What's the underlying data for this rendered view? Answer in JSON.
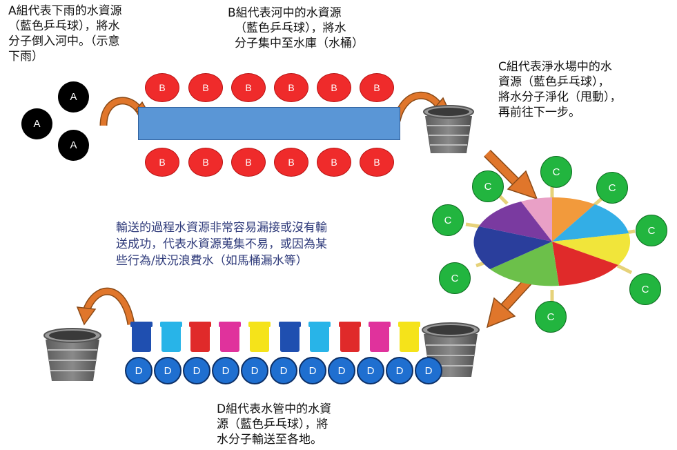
{
  "labels": {
    "group_a": [
      "A組代表下雨的水資源",
      "（藍色乒乓球），將水",
      "分子倒入河中。（示意",
      "下雨）"
    ],
    "group_b": [
      "B組代表河中的水資源",
      "（藍色乒乓球），將水",
      "分子集中至水庫（水桶）"
    ],
    "group_c": [
      "C組代表淨水場中的水",
      "資源（藍色乒乓球），",
      "將水分子淨化（甩動），",
      "再前往下一步。"
    ],
    "group_d": [
      "D組代表水管中的水資",
      "源（藍色乒乓球），將",
      "水分子輸送至各地。"
    ],
    "note": [
      "輸送的過程水資源非常容易漏接或沒有輸",
      "送成功，代表水資源蒐集不易，或因為某",
      "些行為/狀況浪費水（如馬桶漏水等）"
    ]
  },
  "balls": {
    "a": [
      "A",
      "A",
      "A"
    ],
    "b_top": [
      "B",
      "B",
      "B",
      "B",
      "B",
      "B"
    ],
    "b_bottom": [
      "B",
      "B",
      "B",
      "B",
      "B",
      "B"
    ],
    "c": [
      "C",
      "C",
      "C",
      "C",
      "C",
      "C",
      "C",
      "C"
    ],
    "d": [
      "D",
      "D",
      "D",
      "D",
      "D",
      "D",
      "D",
      "D",
      "D",
      "D",
      "D"
    ]
  },
  "colors": {
    "ball_a": "#000000",
    "ball_b": "#ef2b2b",
    "ball_c": "#22b53f",
    "ball_d": "#1f6fd0",
    "river": "#5a96d6",
    "arrow": "#e0762b",
    "note_text": "#2e3a7a",
    "cups": [
      "#1f4fb0",
      "#28b4e8",
      "#e02a2a",
      "#e0329c",
      "#f5e31a",
      "#1f4fb0",
      "#28b4e8",
      "#e02a2a",
      "#e0329c",
      "#f5e31a"
    ],
    "parachute": [
      "#e9a0c6",
      "#f29a3c",
      "#33aee6",
      "#f1e53a",
      "#e02a2a",
      "#6cc04a",
      "#2a3e9c",
      "#7a3aa0"
    ]
  }
}
